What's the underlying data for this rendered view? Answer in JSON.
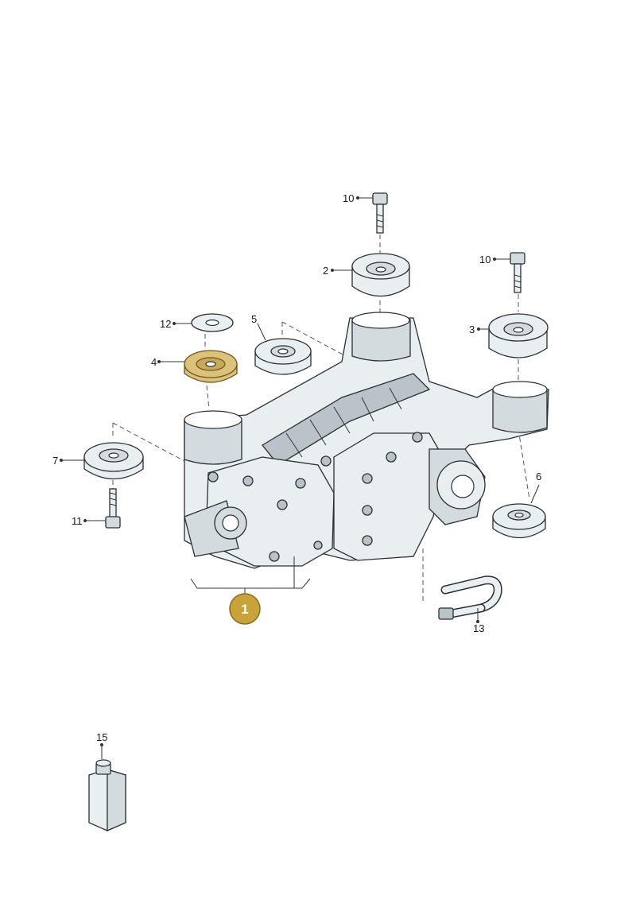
{
  "callouts": {
    "c1": "1",
    "c2": "2",
    "c3": "3",
    "c4": "4",
    "c5": "5",
    "c6": "6",
    "c7": "7",
    "c10a": "10",
    "c10b": "10",
    "c11": "11",
    "c12": "12",
    "c13": "13",
    "c15": "15"
  },
  "colors": {
    "highlight_badge": "#c9a23a",
    "highlight_part": "#dcc17a"
  }
}
